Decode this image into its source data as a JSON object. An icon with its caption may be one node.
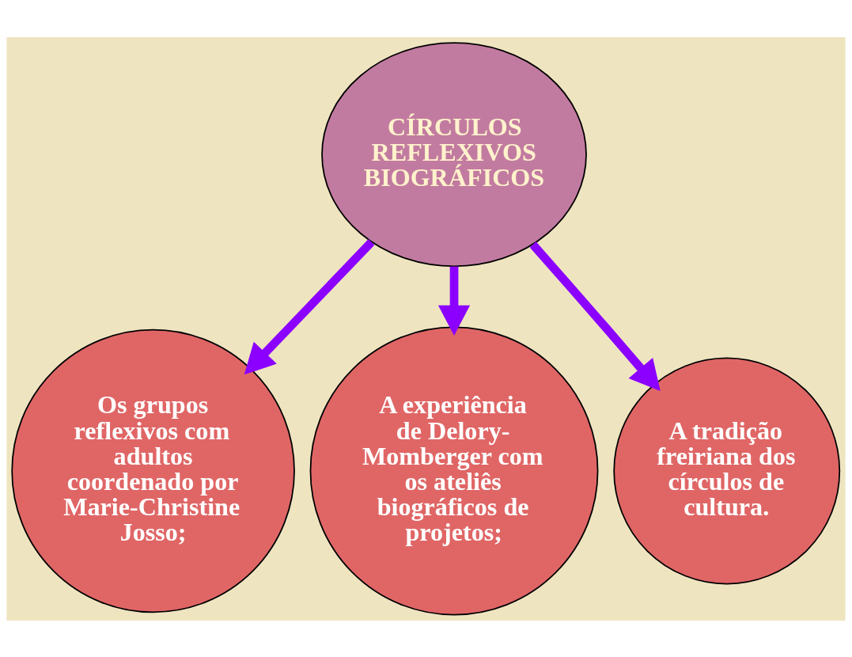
{
  "diagram": {
    "nodes": [
      {
        "text": [
          "CÍRCULOS REFLEXIVOS BIOGRÁFICOS"
        ]
      },
      {
        "text": [
          "Os grupos reflexivos com adultos coordenado por Marie-Christine Josso;"
        ]
      },
      {
        "text": [
          "A experiência de Delory-Momberger com os ateliês biográficos de projetos;"
        ]
      },
      {
        "text": [
          "A tradição freiriana dos círculos de cultura."
        ]
      }
    ],
    "edges": [
      {
        "from": 0,
        "to": 1,
        "arrow": "to"
      },
      {
        "from": 0,
        "to": 2,
        "arrow": "to"
      },
      {
        "from": 0,
        "to": 3,
        "arrow": "to"
      }
    ]
  }
}
